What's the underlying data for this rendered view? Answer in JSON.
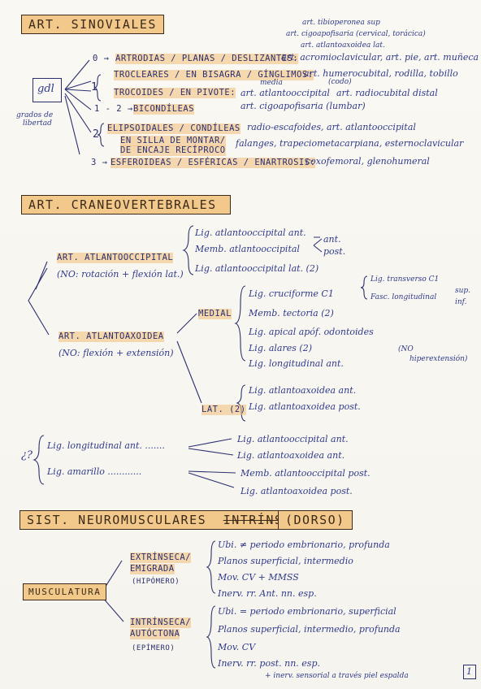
{
  "s1": {
    "title": "ART. SINOVIALES",
    "notes_top": [
      "art. tibioperonea sup",
      "art. cigoapofisaria (cervical, torácica)",
      "art. atlantoaxoidea lat."
    ],
    "gdl": "gdl",
    "gdl_caption": [
      "grados de",
      "libertad"
    ],
    "r0": {
      "num": "0 →",
      "text": "ARTRODIAS / PLANAS / DESLIZANTES:",
      "ex": "art. acromioclavicular, art. pie, art. muñeca"
    },
    "r1a": {
      "text": "TROCLEARES / EN BISAGRA / GÍNGLIMOS:",
      "ex": "art. humerocubital, rodilla, tobillo"
    },
    "r1b": {
      "text": "TROCOIDES / EN PIVOTE:",
      "ex1": "art. atlantooccipital",
      "ex_codo": "(codo)",
      "ex2": "art. radiocubital distal",
      "ex_media": "media"
    },
    "r1": "1",
    "r12": {
      "num": "1 - 2 →",
      "text": "BICONDÍLEAS",
      "ex": "art. cigoapofisaria (lumbar)"
    },
    "r2": "2",
    "r2a": {
      "text": "ELIPSOIDALES / CONDÍLEAS",
      "ex": "radio-escafoides, art. atlantooccipital"
    },
    "r2b": {
      "text1": "EN SILLA DE MONTAR/",
      "text2": "DE ENCAJE RECÍPROCO",
      "ex": "falanges, trapeciometacarpiana, esternoclavicular"
    },
    "r3": {
      "num": "3 →",
      "text": "ESFEROIDEAS / ESFÉRICAS / ENARTROSIS:",
      "ex": "coxofemoral, glenohumeral"
    }
  },
  "s2": {
    "title": "ART. CRANEOVERTEBRALES",
    "ao": "ART. ATLANTOOCCIPITAL",
    "ao_note": "(NO: rotación + flexión lat.)",
    "ao_items": [
      "Lig. atlantooccipital ant.",
      "Memb. atlantooccipital",
      "Lig. atlantooccipital lat. (2)"
    ],
    "ao_ant": "ant.",
    "ao_post": "post.",
    "aa": "ART. ATLANTOAXOIDEA",
    "aa_note": "(NO: flexión + extensión)",
    "medial": "MEDIAL",
    "medial_items": [
      "Lig. cruciforme C1",
      "Memb. tectoria (2)",
      "Lig. apical apóf. odontoides",
      "Lig. alares (2)",
      "Lig. longitudinal ant."
    ],
    "cruc_sub": [
      "Lig. transverso C1",
      "Fasc. longitudinal"
    ],
    "sup": "sup.",
    "inf": "inf.",
    "no_hyper": [
      "(NO",
      "hiperextensión)"
    ],
    "lat": "LAT. (2)",
    "lat_items": [
      "Lig. atlantoaxoidea ant.",
      "Lig. atlantoaxoidea post."
    ]
  },
  "s3": {
    "q": "¿?",
    "left": [
      "Lig. longitudinal ant. .......",
      "Lig. amarillo ............"
    ],
    "right": [
      "Lig. atlantooccipital ant.",
      "Lig. atlantoaxoidea ant.",
      "Memb. atlantooccipital post.",
      "Lig. atlantoaxoidea post."
    ]
  },
  "s4": {
    "title1": "SIST. NEUROMUSCULARES",
    "struck": "INTRÍNSECOS",
    "title2": "(DORSO)",
    "musc": "MUSCULATURA",
    "ext": [
      "EXTRÍNSECA/",
      "EMIGRADA"
    ],
    "ext_sub": "(HIPÓMERO)",
    "ext_items": [
      "Ubi. ≠ periodo embrionario, profunda",
      "Planos superficial, intermedio",
      "Mov. CV + MMSS",
      "Inerv. rr. Ant. nn. esp."
    ],
    "int": [
      "INTRÍNSECA/",
      "AUTÓCTONA"
    ],
    "int_sub": "(EPÍMERO)",
    "int_items": [
      "Ubi. = periodo embrionario, superficial",
      "Planos superficial, intermedio, profunda",
      "Mov. CV",
      "Inerv. rr. post. nn. esp."
    ],
    "int_note": "+ inerv. sensorial a través piel espalda",
    "page": "1"
  }
}
